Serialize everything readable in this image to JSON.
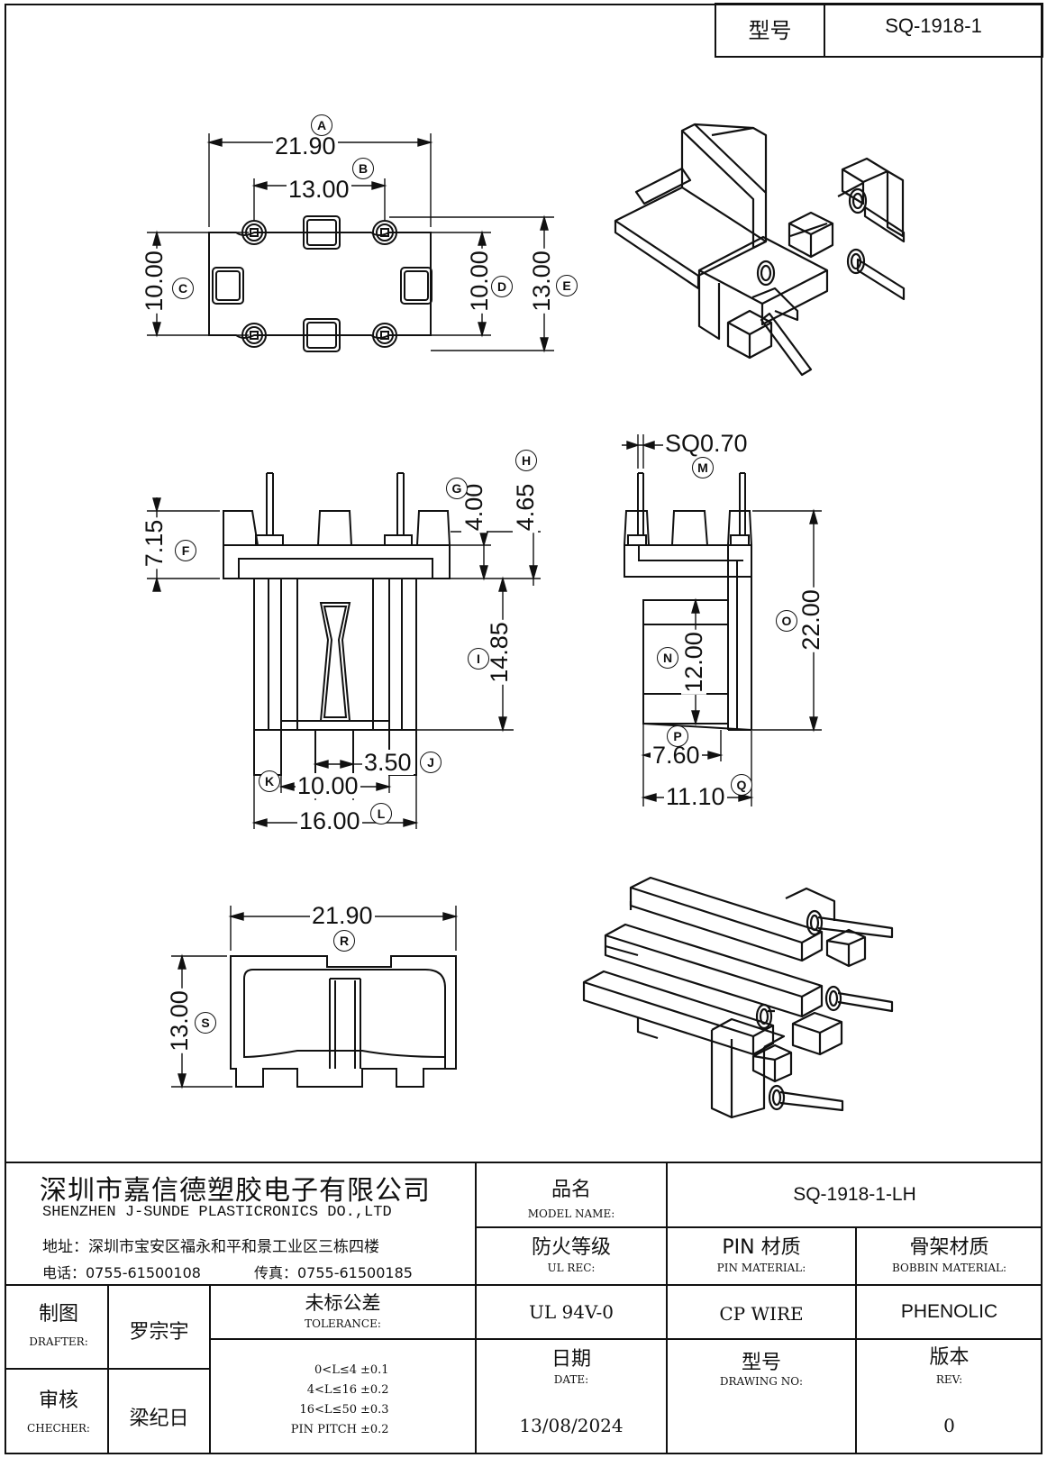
{
  "header": {
    "model_label": "型号",
    "model_value": "SQ-1918-1"
  },
  "dimensions": {
    "A": {
      "letter": "A",
      "value": "21.90"
    },
    "B": {
      "letter": "B",
      "value": "13.00"
    },
    "C": {
      "letter": "C",
      "value": "10.00"
    },
    "D": {
      "letter": "D",
      "value": "10.00"
    },
    "E": {
      "letter": "E",
      "value": "13.00"
    },
    "F": {
      "letter": "F",
      "value": "7.15"
    },
    "G": {
      "letter": "G",
      "value": "4.00"
    },
    "H": {
      "letter": "H",
      "value": "4.65"
    },
    "I": {
      "letter": "I",
      "value": "14.85"
    },
    "J": {
      "letter": "J",
      "value": "3.50"
    },
    "K": {
      "letter": "K",
      "value": "10.00"
    },
    "L": {
      "letter": "L",
      "value": "16.00"
    },
    "M": {
      "letter": "M",
      "value": "SQ0.70"
    },
    "N": {
      "letter": "N",
      "value": "12.00"
    },
    "O": {
      "letter": "O",
      "value": "22.00"
    },
    "P": {
      "letter": "P",
      "value": "7.60"
    },
    "Q": {
      "letter": "Q",
      "value": "11.10"
    },
    "R": {
      "letter": "R",
      "value": "21.90"
    },
    "S": {
      "letter": "S",
      "value": "13.00"
    }
  },
  "company": {
    "name_cn": "深圳市嘉信德塑胶电子有限公司",
    "name_en": "SHENZHEN J-SUNDE PLASTICRONICS DO.,LTD",
    "address": "地址：深圳市宝安区福永和平和景工业区三栋四楼",
    "phone": "电话：0755-61500108",
    "fax": "传真：0755-61500185"
  },
  "title_block": {
    "model_name_cn": "品名",
    "model_name_en": "MODEL NAME:",
    "model_name_value": "SQ-1918-1-LH",
    "ul_cn": "防火等级",
    "ul_en": "UL REC:",
    "ul_value": "UL 94V-0",
    "pin_cn": "PIN 材质",
    "pin_en": "PIN MATERIAL:",
    "pin_value": "CP WIRE",
    "bobbin_cn": "骨架材质",
    "bobbin_en": "BOBBIN MATERIAL:",
    "bobbin_value": "PHENOLIC",
    "drafter_cn": "制图",
    "drafter_en": "DRAFTER:",
    "drafter_name": "罗宗宇",
    "checker_cn": "审核",
    "checker_en": "CHECHER:",
    "checker_name": "梁纪日",
    "tol_cn": "未标公差",
    "tol_en": "TOLERANCE:",
    "tolerances": [
      {
        "range": "0<L≤4",
        "value": "±0.1"
      },
      {
        "range": "4<L≤16",
        "value": "±0.2"
      },
      {
        "range": "16<L≤50",
        "value": "±0.3"
      },
      {
        "range": "PIN PITCH",
        "value": "±0.2"
      }
    ],
    "date_cn": "日期",
    "date_en": "DATE:",
    "date_value": "13/08/2024",
    "drawing_cn": "型号",
    "drawing_en": "DRAWING NO:",
    "rev_cn": "版本",
    "rev_en": "REV:",
    "rev_value": "0"
  }
}
